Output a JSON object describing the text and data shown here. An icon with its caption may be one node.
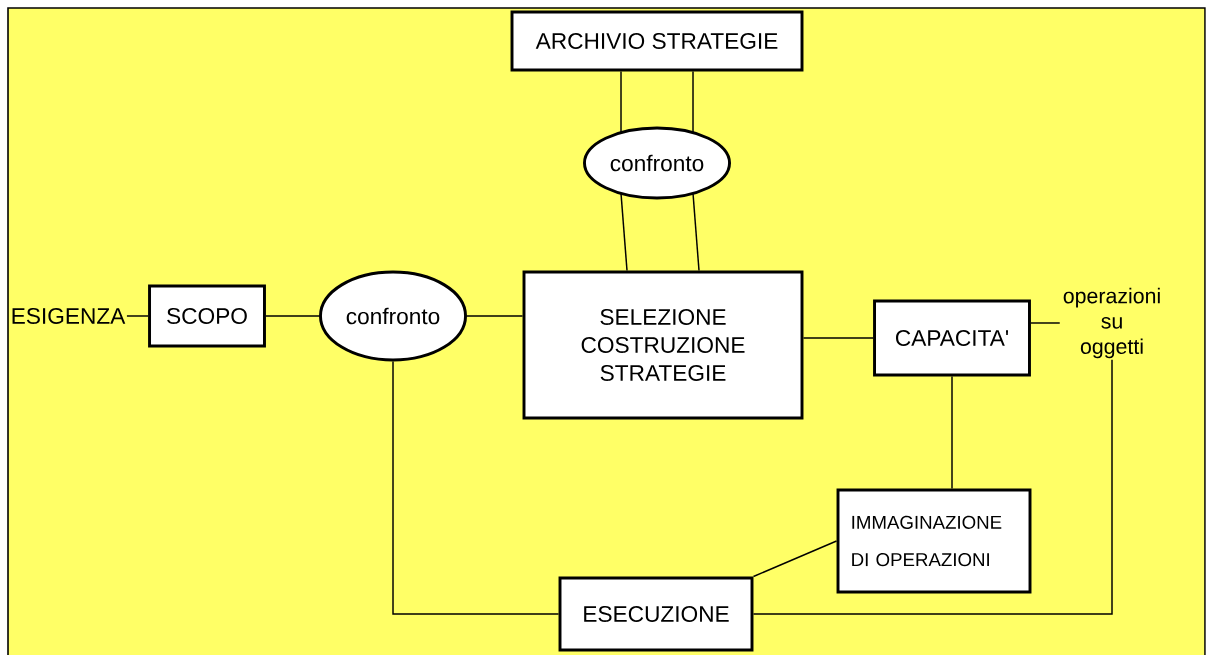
{
  "diagram": {
    "nodes": [
      {
        "text": [
          "ARCHIVIO STRATEGIE"
        ]
      },
      {
        "text": [
          "confronto"
        ]
      },
      {
        "text": [
          "ESIGENZA"
        ]
      },
      {
        "text": [
          "SCOPO"
        ]
      },
      {
        "text": [
          "confronto"
        ]
      },
      {
        "text": [
          "SELEZIONE COSTRUZIONE STRATEGIE"
        ]
      },
      {
        "text": [
          "CAPACITA'"
        ]
      },
      {
        "text": [
          "operazioni su oggetti"
        ]
      },
      {
        "text": [
          "IMMAGINAZIONE DI OPERAZIONI"
        ]
      },
      {
        "text": [
          "ESECUZIONE"
        ]
      }
    ],
    "edges": [
      {
        "from": 0,
        "to": 1,
        "arrow": "none"
      },
      {
        "from": 0,
        "to": 1,
        "arrow": "none"
      },
      {
        "from": 1,
        "to": 5,
        "arrow": "none"
      },
      {
        "from": 1,
        "to": 5,
        "arrow": "none"
      },
      {
        "from": 2,
        "to": 3,
        "arrow": "none"
      },
      {
        "from": 3,
        "to": 4,
        "arrow": "none"
      },
      {
        "from": 4,
        "to": 5,
        "arrow": "none"
      },
      {
        "from": 5,
        "to": 6,
        "arrow": "none"
      },
      {
        "from": 6,
        "to": 7,
        "arrow": "none"
      },
      {
        "from": 6,
        "to": 8,
        "arrow": "none"
      },
      {
        "from": 8,
        "to": 9,
        "arrow": "none"
      },
      {
        "from": 4,
        "to": 9,
        "arrow": "none"
      },
      {
        "from": 7,
        "to": 9,
        "arrow": "none"
      }
    ]
  }
}
